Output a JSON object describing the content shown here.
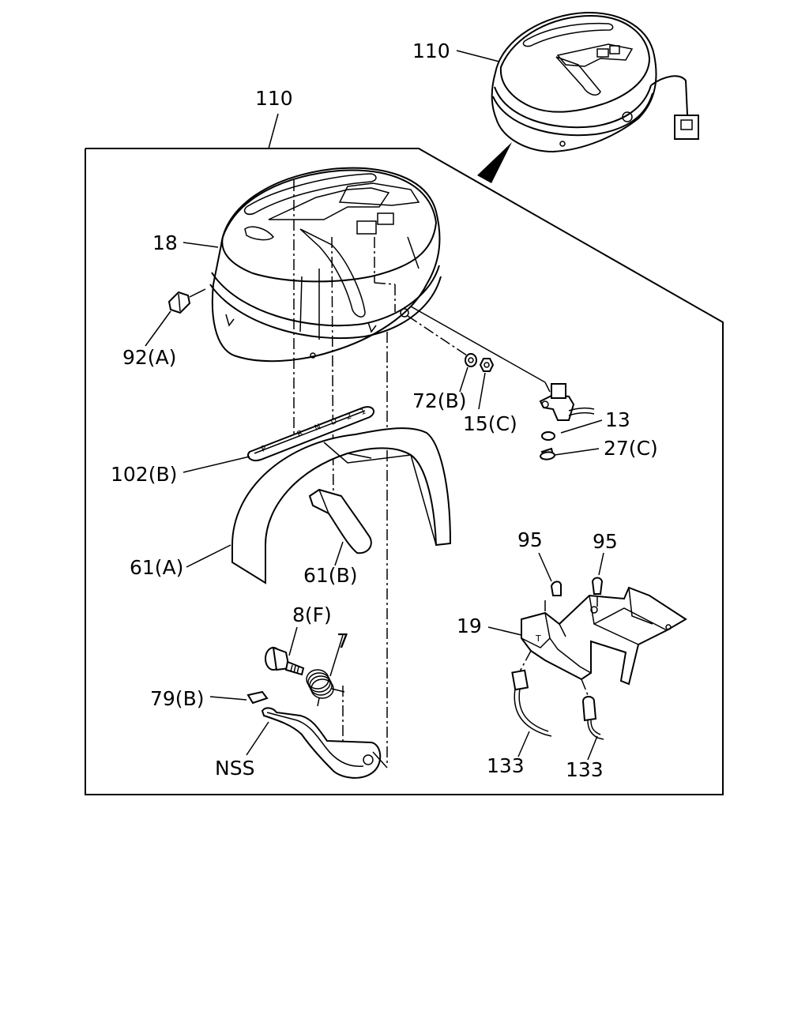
{
  "labels": {
    "assembly_top": "110",
    "assembly_main": "110",
    "cover": "18",
    "bulb_socket": "92(A)",
    "washer": "72(B)",
    "nut": "15(C)",
    "switch": "13",
    "screw": "27(C)",
    "indicator_plate": "102(B)",
    "shield_a": "61(A)",
    "shield_b": "61(B)",
    "bolt": "8(F)",
    "spring": "7",
    "pad": "79(B)",
    "nss": "NSS",
    "bulb_left": "95",
    "bulb_right": "95",
    "bracket": "19",
    "harness_left": "133",
    "harness_right": "133"
  },
  "plate_markings": {
    "p": "P",
    "r": "R",
    "n": "N",
    "d": "D",
    "two": "2",
    "one": "1"
  }
}
